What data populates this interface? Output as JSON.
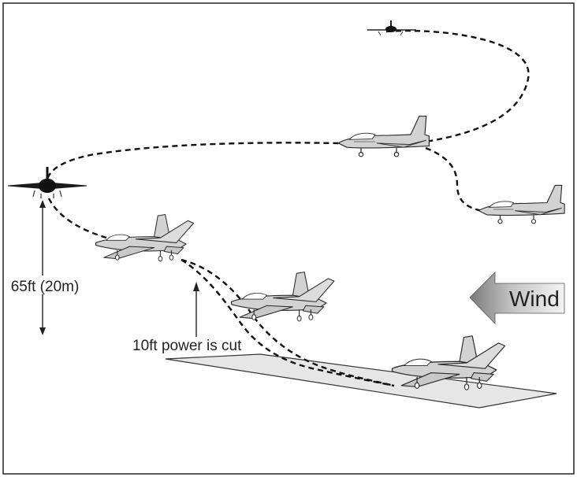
{
  "diagram": {
    "altitude_label": "65ft (20m)",
    "power_cut_label": "10ft power is cut",
    "wind_label": "Wind"
  },
  "colors": {
    "plane_fill": "#d2d2d2",
    "plane_stroke": "#2a2a2a",
    "runway_fill": "#e6e6e6",
    "path": "#111111",
    "wind_arrow_light": "#f4f4f4",
    "wind_arrow_dark": "#7a7a7a"
  }
}
